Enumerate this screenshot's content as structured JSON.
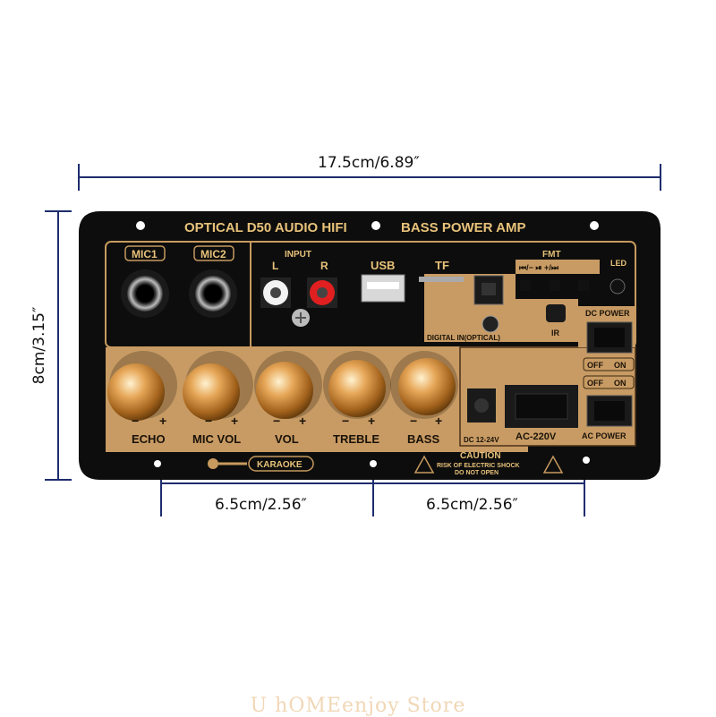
{
  "dimensions": {
    "width": "17.5cm/6.89″",
    "height": "8cm/3.15″",
    "left_span": "6.5cm/2.56″",
    "right_span": "6.5cm/2.56″"
  },
  "panel": {
    "title_left": "OPTICAL D50 AUDIO HIFI",
    "title_right": "BASS POWER AMP",
    "mic1": "MIC1",
    "mic2": "MIC2",
    "input": "INPUT",
    "input_l": "L",
    "input_r": "R",
    "usb": "USB",
    "tf": "TF",
    "fmt": "FMT",
    "fmt_buttons": "⏮/−   ⏯   +/⏭",
    "led": "LED",
    "digital_in": "DIGITAL IN(OPTICAL)",
    "ir": "IR",
    "dc_power": "DC POWER",
    "off": "OFF",
    "on": "ON",
    "ac_power": "AC POWER",
    "dc_range": "DC 12-24V",
    "ac_voltage": "AC-220V",
    "knobs": [
      "ECHO",
      "MIC VOL",
      "VOL",
      "TREBLE",
      "BASS"
    ],
    "minus": "−",
    "plus": "+",
    "karaoke": "KARAOKE",
    "caution": "CAUTION",
    "caution_line1": "RISK OF ELECTRIC SHOCK",
    "caution_line2": "DO NOT OPEN"
  },
  "watermark": "U hOMEenjoy Store"
}
